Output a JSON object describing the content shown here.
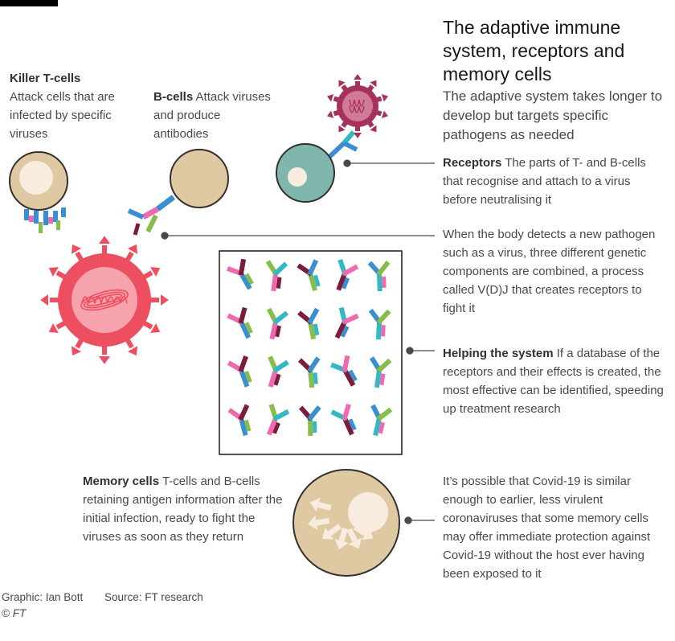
{
  "title": "The adaptive immune system, receptors and memory cells",
  "subtitle": "The adaptive system takes longer to develop but targets specific pathogens as needed",
  "killer": {
    "heading": "Killer T-cells",
    "text": "Attack cells that are infected by specific viruses"
  },
  "bcells": {
    "heading": "B-cells",
    "text": "Attack viruses and produce antibodies"
  },
  "receptors": {
    "heading": "Receptors",
    "text": "The parts of T- and B-cells that recognise and attach to a virus before neutralising it"
  },
  "vdj": {
    "text": "When the body detects a new pathogen such as a virus, three different genetic components are combined, a process called V(D)J that creates receptors to fight it"
  },
  "helping": {
    "heading": "Helping the system",
    "text": "If a database of the receptors and their effects is created, the most effective can be identified, speeding up treatment research"
  },
  "memory": {
    "heading": "Memory cells",
    "text": "T-cells and B-cells retaining antigen information after the initial infection, ready to fight the viruses as soon as they return"
  },
  "covid": {
    "text": "It’s possible that Covid-19 is similar enough to earlier, less virulent coronaviruses that some memory cells may offer immediate protection against Covid-19 without the host ever having been exposed to it"
  },
  "footer": {
    "graphic": "Graphic: Ian Bott",
    "source": "Source: FT research",
    "copyright": "© FT"
  },
  "colors": {
    "cell_tan": "#dfc9a3",
    "cell_teal": "#7fb7ac",
    "virus_red": "#ee4f60",
    "virus_crimson": "#a5325c",
    "receptor_blue": "#3a8fd1",
    "receptor_pink": "#ef69b1",
    "receptor_green": "#86bd4b",
    "receptor_maroon": "#7a1d3c",
    "receptor_teal": "#35b8c4",
    "leader_line": "#4d4845"
  },
  "icons": [
    "t-cell-icon",
    "b-cell-icon",
    "infected-cell-icon",
    "red-virus-icon",
    "crimson-virus-icon",
    "receptor-grid-icon",
    "memory-cell-icon"
  ]
}
